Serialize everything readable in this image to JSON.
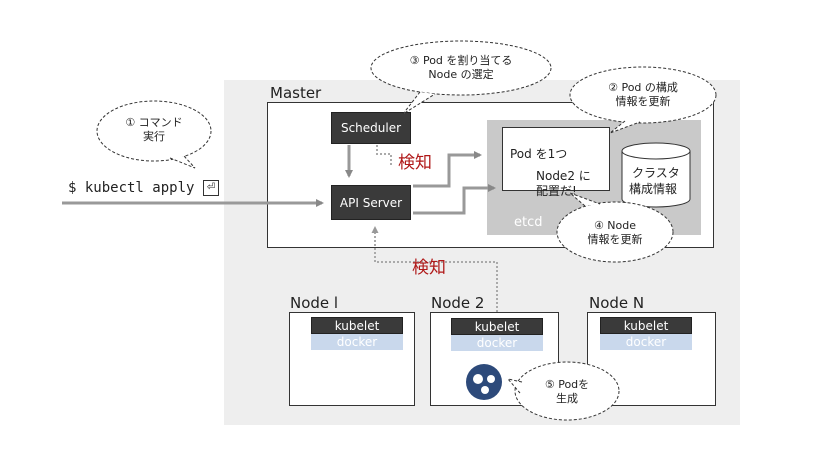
{
  "command": {
    "text": "$ kubectl apply",
    "enter_symbol": "⏎"
  },
  "master": {
    "label": "Master",
    "scheduler": "Scheduler",
    "api_server": "API Server",
    "etcd": {
      "label": "etcd",
      "db_line1": "クラスタ",
      "db_line2": "構成情報"
    },
    "message": {
      "line1": "Pod を1つ",
      "line2": "Node2 に",
      "line3": "配置だ!"
    }
  },
  "detect_labels": {
    "top": "検知",
    "bottom": "検知"
  },
  "nodes": [
    {
      "label": "Node l",
      "kubelet": "kubelet",
      "docker": "docker"
    },
    {
      "label": "Node 2",
      "kubelet": "kubelet",
      "docker": "docker"
    },
    {
      "label": "Node N",
      "kubelet": "kubelet",
      "docker": "docker"
    }
  ],
  "bubbles": {
    "b1": {
      "line1": "① コマンド",
      "line2": "実行"
    },
    "b2": {
      "line1": "② Pod の構成",
      "line2": "情報を更新"
    },
    "b3": {
      "line1": "③ Pod を割り当てる",
      "line2": "Node の選定"
    },
    "b4": {
      "line1": "④ Node",
      "line2": "情報を更新"
    },
    "b5": {
      "line1": "⑤ Podを",
      "line2": "生成"
    }
  },
  "colors": {
    "accent_red": "#b01818",
    "dark_box": "#3a3a3a",
    "docker_bg": "#c9d8ec",
    "pod": "#2d4a7a"
  }
}
